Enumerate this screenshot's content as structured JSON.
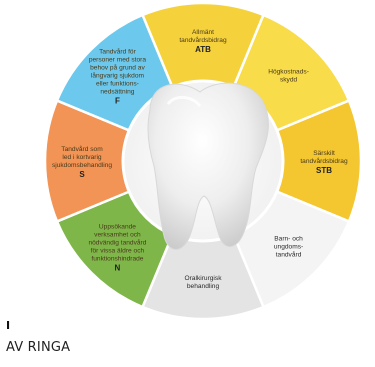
{
  "segments": [
    {
      "id": "atb",
      "lines": [
        "Allmänt",
        "tandvårdsbidrag"
      ],
      "code": "ATB",
      "color": "#f5d23c"
    },
    {
      "id": "hogkostnad",
      "lines": [
        "Högkostnads-",
        "skydd"
      ],
      "code": "",
      "color": "#f8dc4a"
    },
    {
      "id": "stb",
      "lines": [
        "Särskilt",
        "tandvårdsbidrag"
      ],
      "code": "STB",
      "color": "#f4c630"
    },
    {
      "id": "barn",
      "lines": [
        "Barn- och",
        "ungdoms-",
        "tandvård"
      ],
      "code": "",
      "color": "#f4f4f4"
    },
    {
      "id": "oral",
      "lines": [
        "Oralkirurgisk",
        "behandling"
      ],
      "code": "",
      "color": "#e4e4e4"
    },
    {
      "id": "n",
      "lines": [
        "Uppsökande",
        "verksamhet och",
        "nödvändig tandvård",
        "för vissa äldre och",
        "funktionshindrade"
      ],
      "code": "N",
      "color": "#7fb64a"
    },
    {
      "id": "s",
      "lines": [
        "Tandvård som",
        "led i kortvarig",
        "sjukdomsbehandling"
      ],
      "code": "S",
      "color": "#f29456"
    },
    {
      "id": "f",
      "lines": [
        "Tandvård för",
        "personer med stora",
        "behov på grund av",
        "långvarig sjukdom",
        "eller funktions-",
        "nedsättning"
      ],
      "code": "F",
      "color": "#6cc8ec"
    }
  ],
  "caption": {
    "mark": "I",
    "text": "AV RINGA"
  }
}
